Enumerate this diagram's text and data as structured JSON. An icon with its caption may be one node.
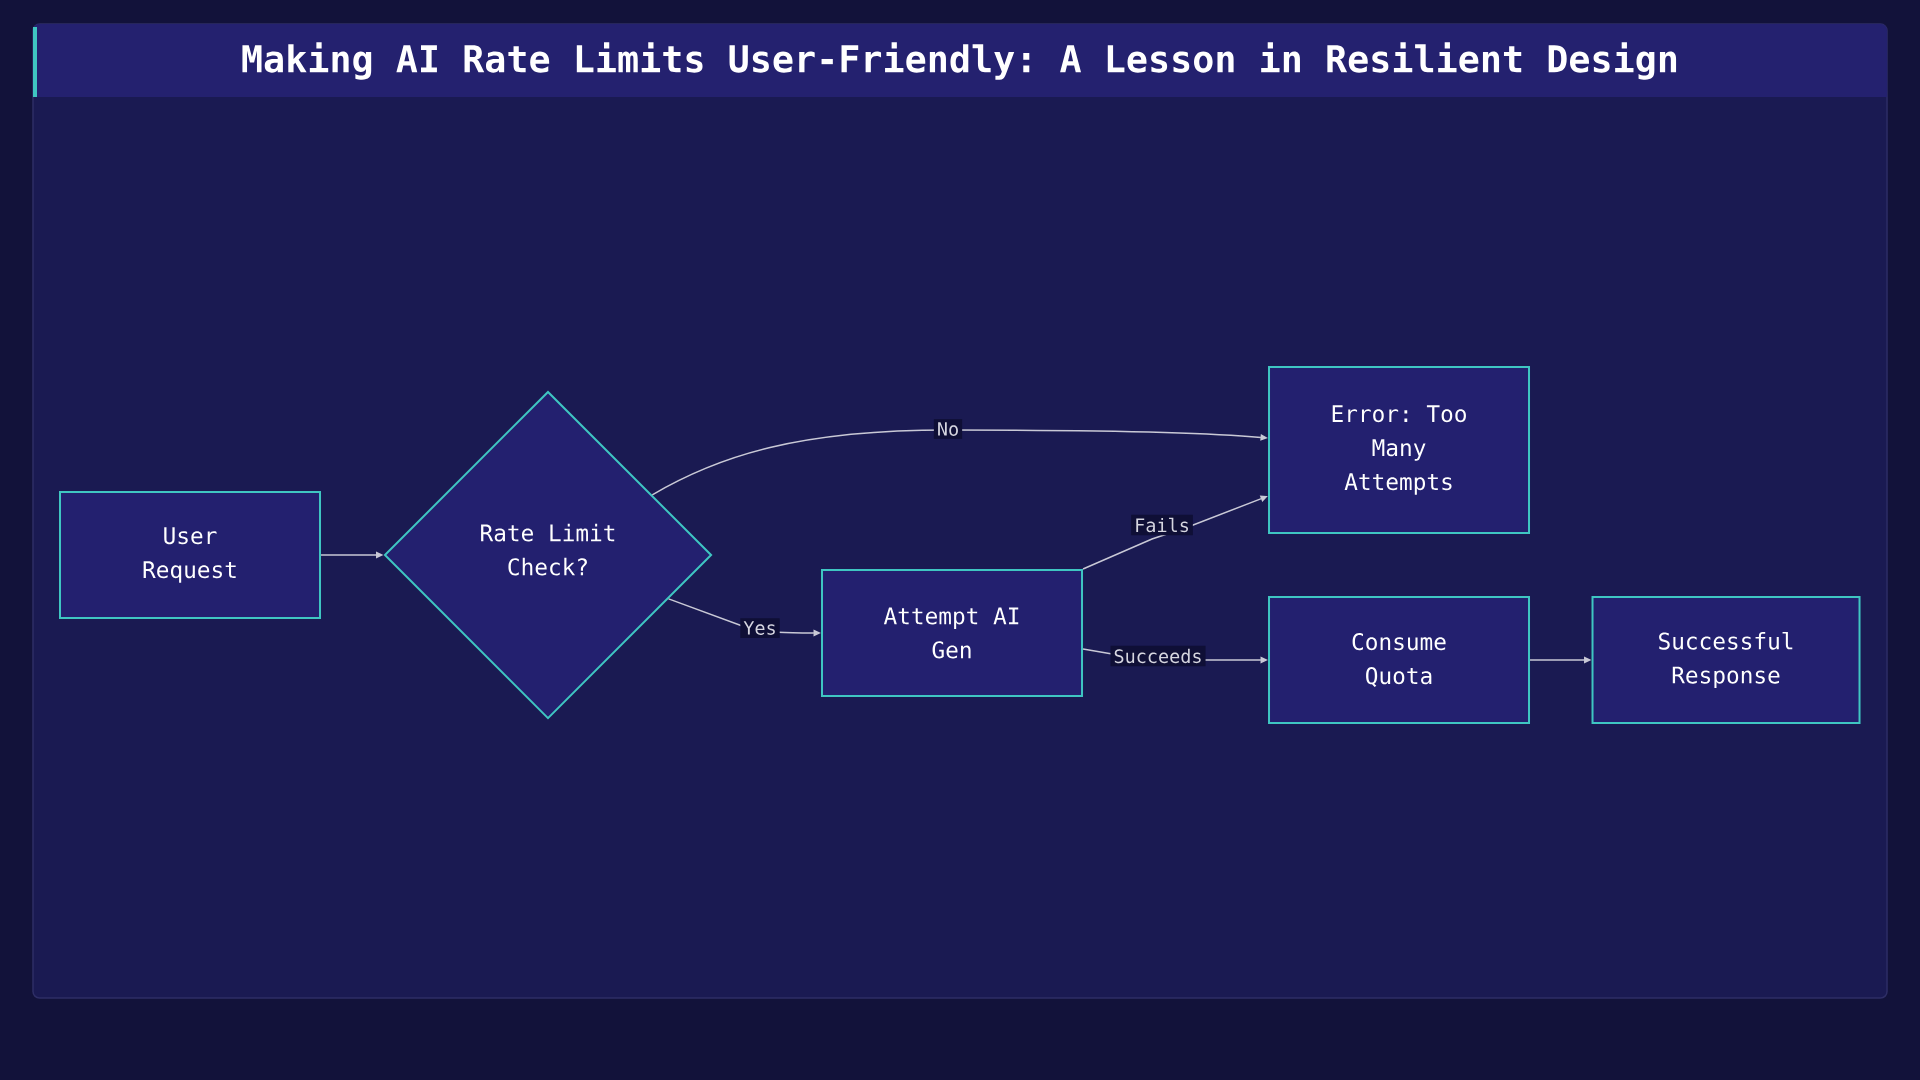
{
  "diagram": {
    "title": "Making AI Rate Limits User-Friendly: A Lesson in Resilient Design",
    "nodes": [
      {
        "text": [
          "User Request"
        ]
      },
      {
        "text": [
          "Rate Limit Check?"
        ]
      },
      {
        "text": [
          "Error: Too Many Attempts"
        ]
      },
      {
        "text": [
          "Attempt AI Gen"
        ]
      },
      {
        "text": [
          "Consume Quota"
        ]
      },
      {
        "text": [
          "Successful Response"
        ]
      }
    ],
    "edges": [
      {
        "from": 0,
        "to": 1,
        "arrow": "to"
      },
      {
        "from": 1,
        "to": 2,
        "arrow": "to",
        "label": "No"
      },
      {
        "from": 1,
        "to": 3,
        "arrow": "to",
        "label": "Yes"
      },
      {
        "from": 3,
        "to": 2,
        "arrow": "to",
        "label": "Fails"
      },
      {
        "from": 3,
        "to": 4,
        "arrow": "to",
        "label": "Succeeds"
      },
      {
        "from": 4,
        "to": 5,
        "arrow": "to"
      }
    ]
  }
}
